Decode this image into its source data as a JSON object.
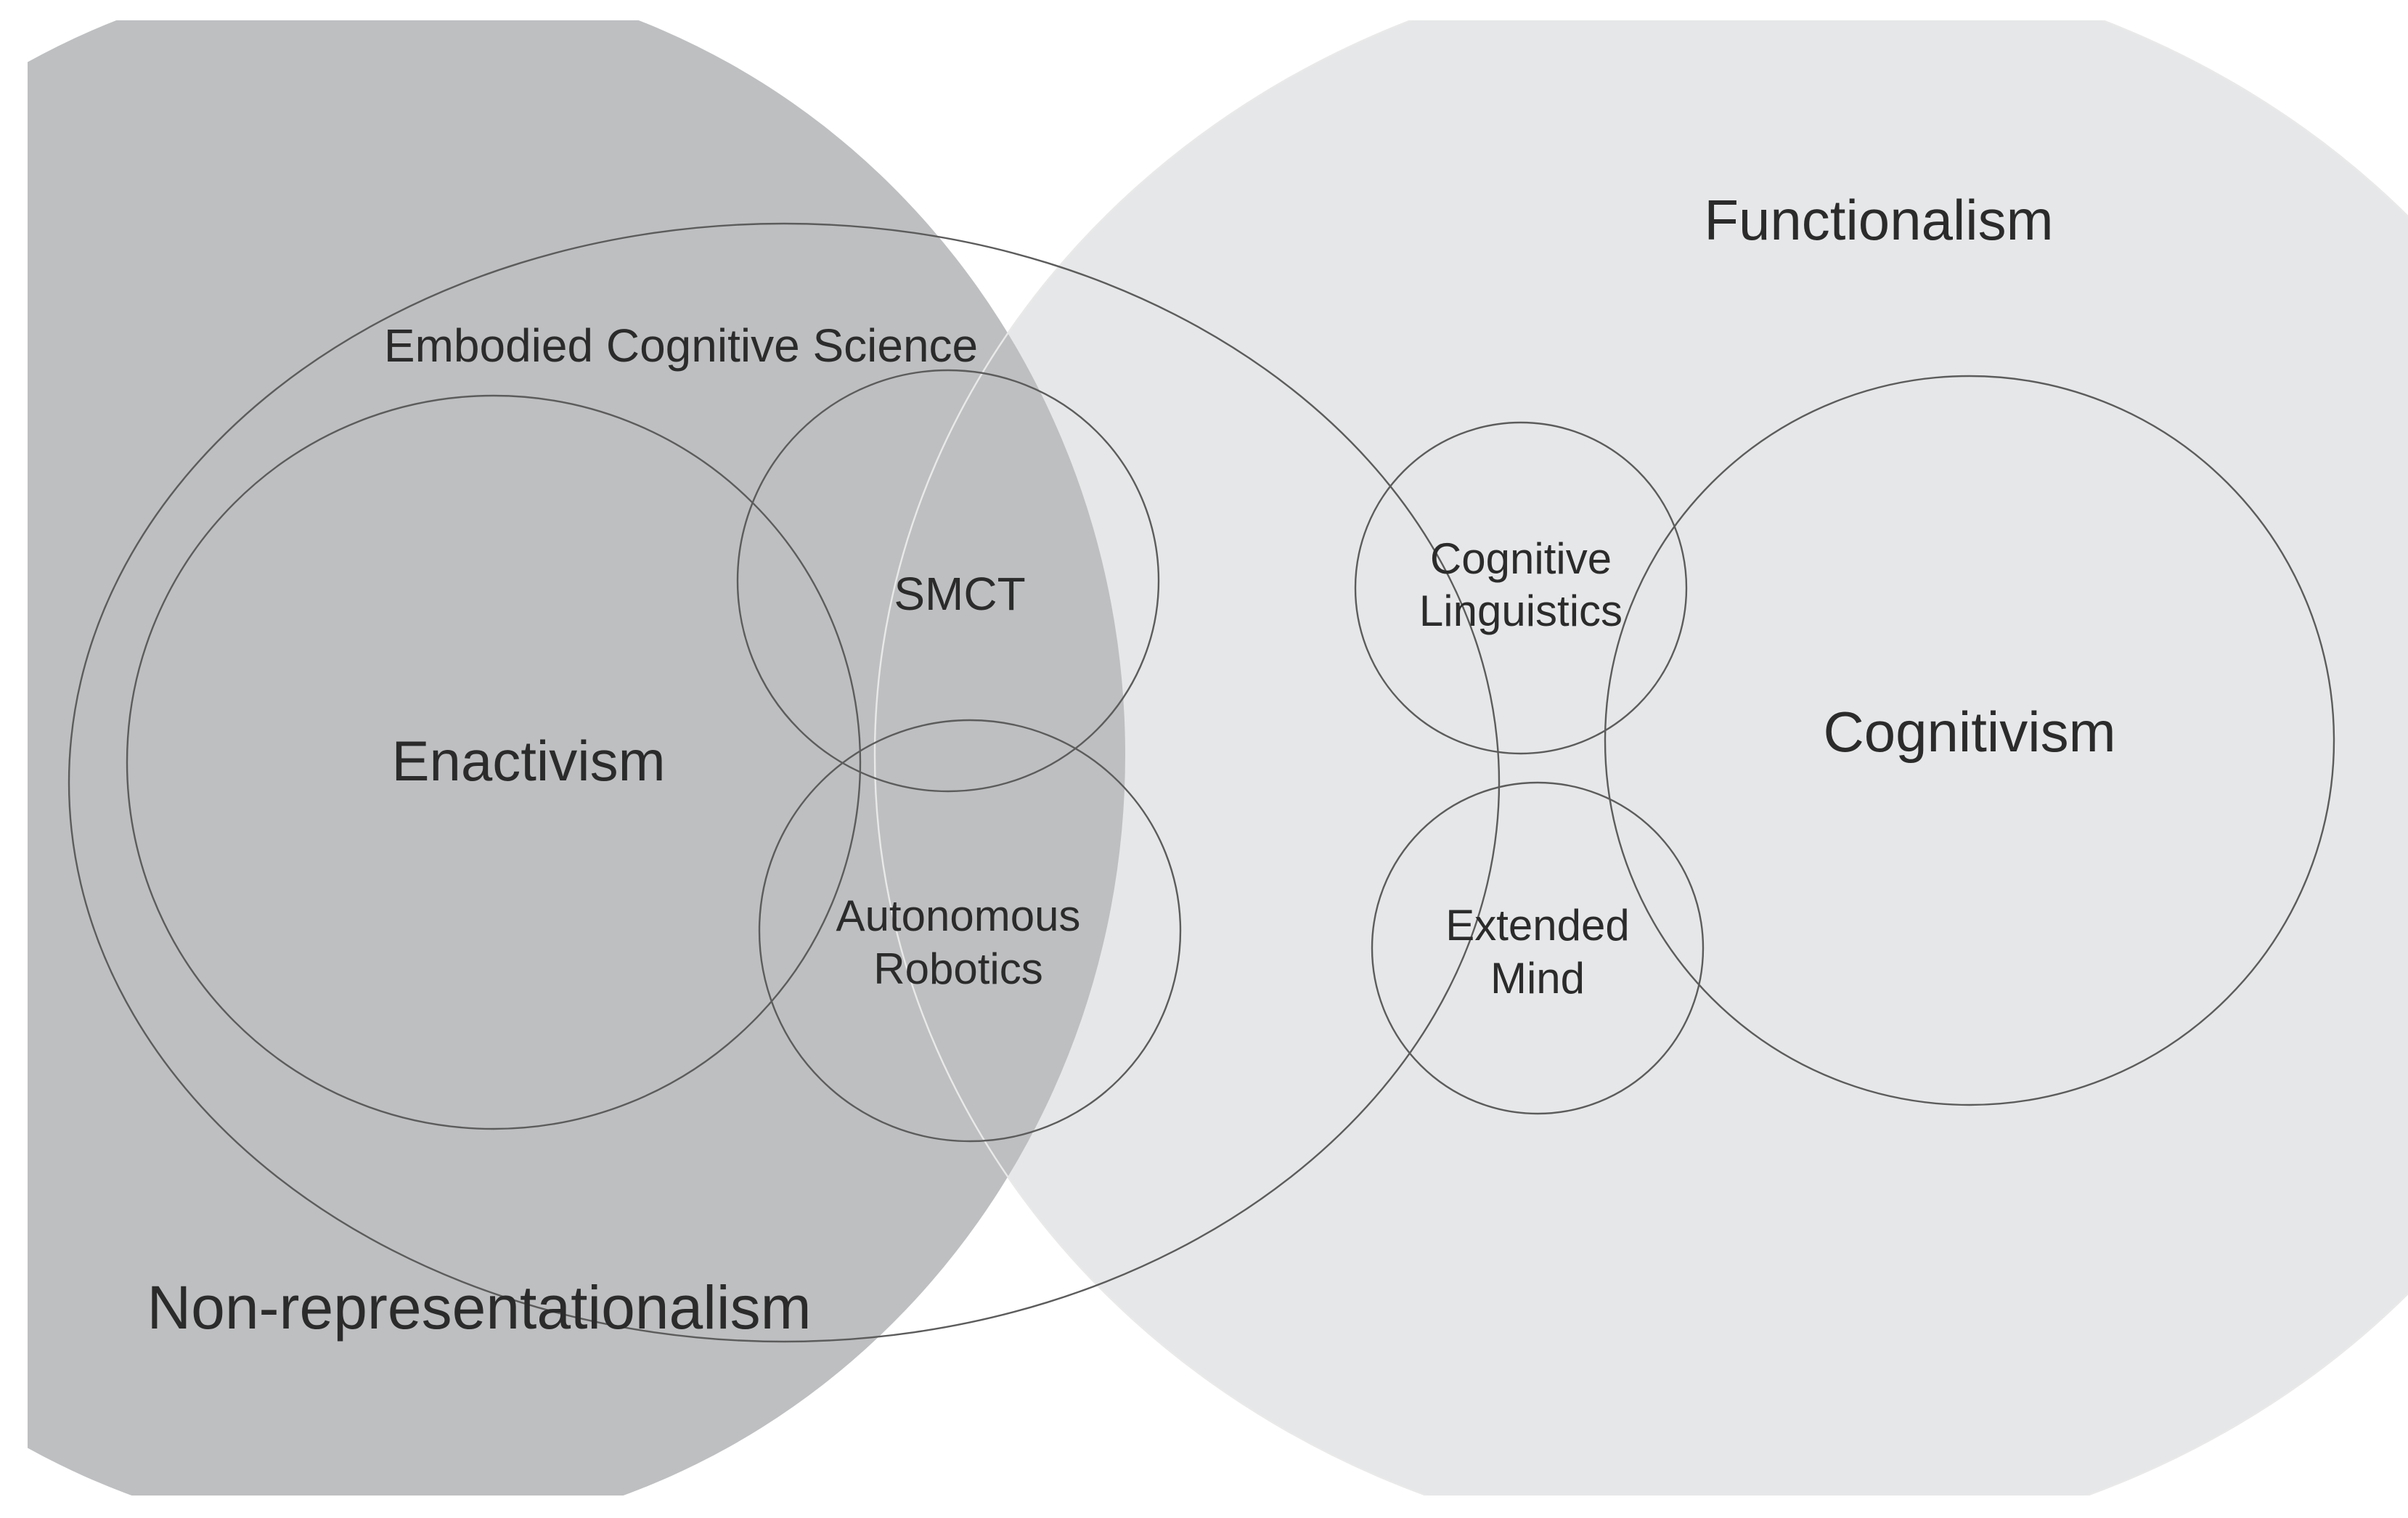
{
  "diagram": {
    "regions": {
      "non_representationalism": "Non-representationalism",
      "functionalism": "Functionalism",
      "embodied_cognitive_science": "Embodied Cognitive Science",
      "enactivism": "Enactivism",
      "smct": "SMCT",
      "autonomous_robotics": [
        "Autonomous",
        "Robotics"
      ],
      "cognitive_linguistics": [
        "Cognitive",
        "Linguistics"
      ],
      "extended_mind": [
        "Extended",
        "Mind"
      ],
      "cognitivism": "Cognitivism"
    },
    "colors": {
      "non_representationalism_fill": "#bebfc1",
      "functionalism_fill": "#e6e7e8",
      "outline": "#5c5c5c",
      "text": "#2b2b2b"
    }
  }
}
